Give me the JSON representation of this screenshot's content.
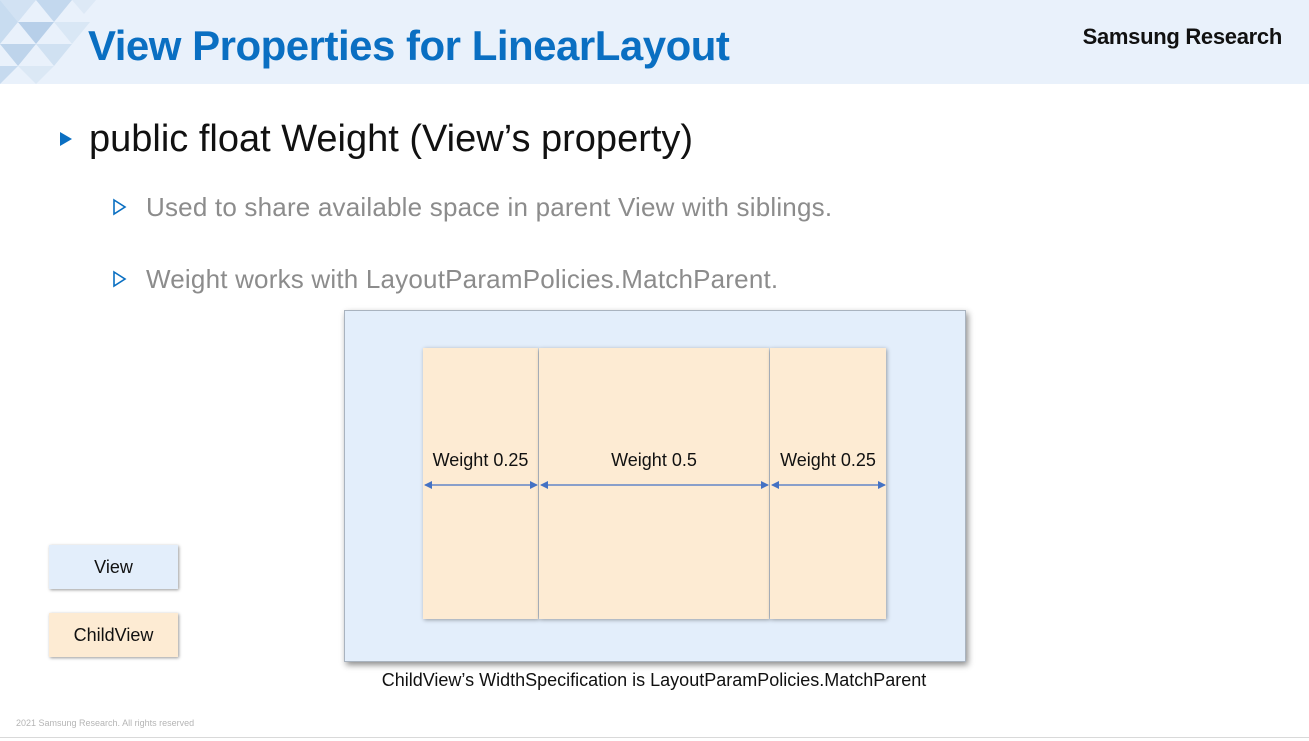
{
  "header": {
    "title": "View Properties for LinearLayout",
    "brand": "Samsung Research"
  },
  "bullets": {
    "main": "public float Weight (View’s property)",
    "sub": [
      "Used to share available space in parent View with siblings.",
      "Weight works with LayoutParamPolicies.MatchParent."
    ]
  },
  "diagram": {
    "children": [
      {
        "label": "Weight 0.25",
        "weight": 0.25
      },
      {
        "label": "Weight 0.5",
        "weight": 0.5
      },
      {
        "label": "Weight 0.25",
        "weight": 0.25
      }
    ],
    "caption": "ChildView’s WidthSpecification is LayoutParamPolicies.MatchParent"
  },
  "legend": {
    "view_label": "View",
    "childview_label": "ChildView"
  },
  "footer": {
    "copyright": "2021 Samsung Research. All rights reserved"
  },
  "colors": {
    "accent": "#0a6fc2",
    "view_fill": "#e3eefb",
    "childview_fill": "#fdebd3",
    "arrow": "#4472c4"
  },
  "icons": {
    "main_bullet": "filled-triangle-icon",
    "sub_bullet": "outline-triangle-icon"
  }
}
